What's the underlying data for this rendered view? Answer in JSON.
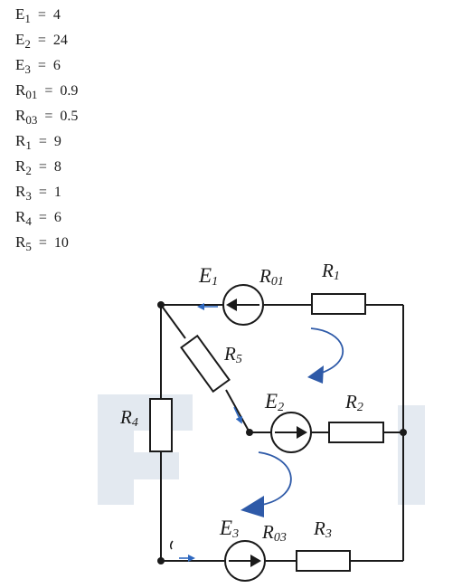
{
  "params": [
    {
      "sym": "E",
      "sub": "1",
      "eq": "=",
      "val": "4"
    },
    {
      "sym": "E",
      "sub": "2",
      "eq": "=",
      "val": "24"
    },
    {
      "sym": "E",
      "sub": "3",
      "eq": "=",
      "val": "6"
    },
    {
      "sym": "R",
      "sub": "01",
      "eq": "=",
      "val": "0.9"
    },
    {
      "sym": "R",
      "sub": "03",
      "eq": "=",
      "val": "0.5"
    },
    {
      "sym": "R",
      "sub": "1",
      "eq": "=",
      "val": "9"
    },
    {
      "sym": "R",
      "sub": "2",
      "eq": "=",
      "val": "8"
    },
    {
      "sym": "R",
      "sub": "3",
      "eq": "=",
      "val": "1"
    },
    {
      "sym": "R",
      "sub": "4",
      "eq": "=",
      "val": "6"
    },
    {
      "sym": "R",
      "sub": "5",
      "eq": "=",
      "val": "10"
    }
  ],
  "circuit": {
    "labels": {
      "E1": {
        "sym": "E",
        "sub": "1"
      },
      "R01": {
        "sym": "R",
        "sub": "01"
      },
      "R1": {
        "sym": "R",
        "sub": "1"
      },
      "R5": {
        "sym": "R",
        "sub": "5"
      },
      "E2": {
        "sym": "E",
        "sub": "2"
      },
      "R2": {
        "sym": "R",
        "sub": "2"
      },
      "R4": {
        "sym": "R",
        "sub": "4"
      },
      "E3": {
        "sym": "E",
        "sub": "3"
      },
      "R03": {
        "sym": "R",
        "sub": "03"
      },
      "R3": {
        "sym": "R",
        "sub": "3"
      }
    },
    "colors": {
      "wire": "#1a1a1a",
      "loop_arrow": "#2e5aa8",
      "current_arrow": "#2e68c0",
      "watermark": "#dfe6ee"
    }
  }
}
